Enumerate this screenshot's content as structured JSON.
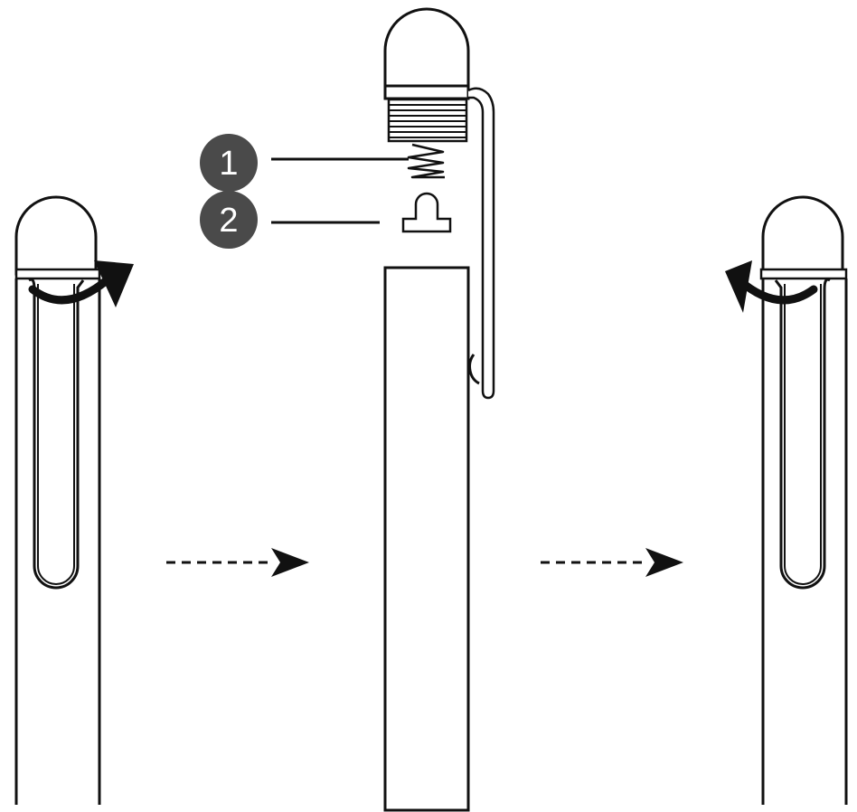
{
  "callouts": [
    {
      "number": "1",
      "part": "spring"
    },
    {
      "number": "2",
      "part": "cap-plug"
    }
  ],
  "steps": [
    {
      "position": "left",
      "action": "unscrew-cap",
      "rotation": "counterclockwise-icon"
    },
    {
      "position": "center",
      "action": "insert-spring-and-plug"
    },
    {
      "position": "right",
      "action": "screw-cap",
      "rotation": "clockwise-icon"
    }
  ],
  "colors": {
    "line": "#111111",
    "callout_fill": "#4a4a4a",
    "callout_text": "#ffffff",
    "background": "#ffffff"
  }
}
